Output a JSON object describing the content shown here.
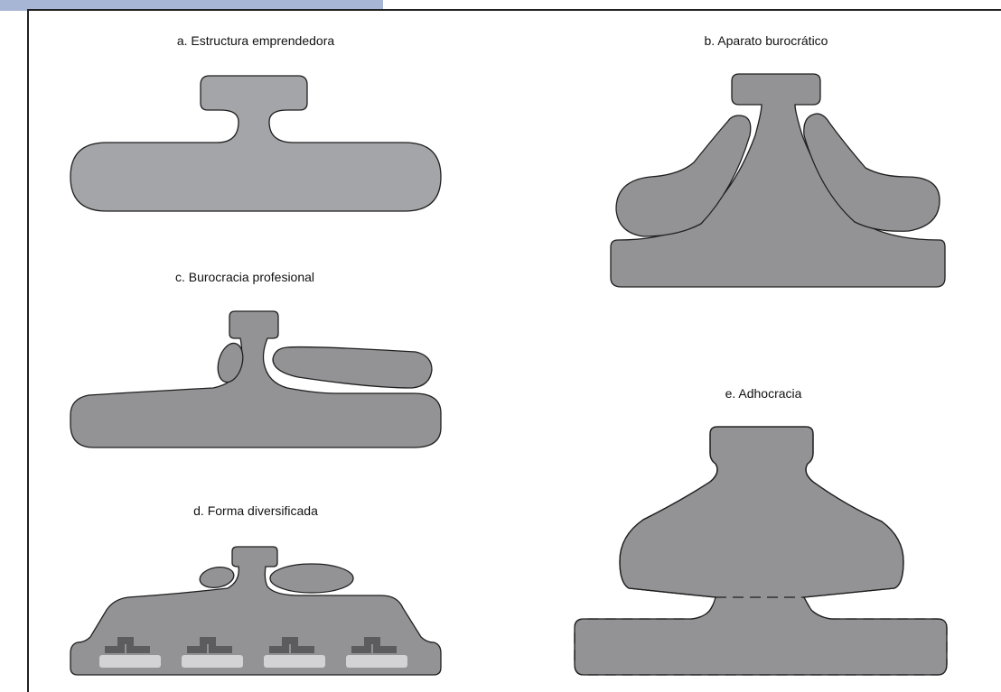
{
  "panels": {
    "a": {
      "label": "a.  Estructura emprendedora"
    },
    "b": {
      "label": "b.  Aparato burocrático"
    },
    "c": {
      "label": "c.  Burocracia profesional"
    },
    "d": {
      "label": "d.  Forma diversificada"
    },
    "e": {
      "label": "e.  Adhocracia"
    }
  },
  "colors": {
    "shape_fill": "#939396",
    "shape_fill_light": "#a4a5a8",
    "unit_dark": "#5c5c5e",
    "unit_light": "#d3d3d5",
    "outline": "#1f1f1f",
    "topbar": "#a8b6d6"
  }
}
